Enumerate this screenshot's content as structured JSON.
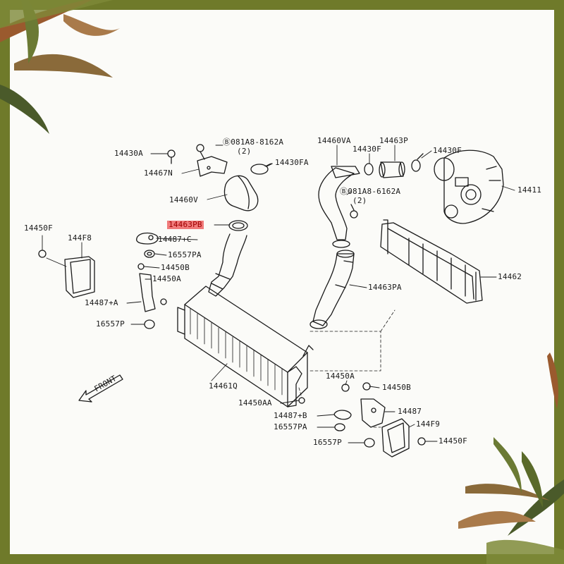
{
  "colors": {
    "border": "#6f7a2a",
    "background": "#fbfbf8",
    "line": "#1a1a1a",
    "highlight": "#f07a7a"
  },
  "labels": {
    "p14430A": "14430A",
    "p081A8_top_l": "Ⓑ081A8-8162A",
    "p081A8_top_l_qty": "(2)",
    "p14467N": "14467N",
    "p14430FA": "14430FA",
    "p14460V": "14460V",
    "p14463PB": "14463PB",
    "p14487C": "14487+C",
    "p16557PA_l": "16557PA",
    "p14450B_l": "14450B",
    "p14450A_l": "14450A",
    "p14487A": "14487+A",
    "p16557P_l": "16557P",
    "p14450F_l": "14450F",
    "p144F8": "144F8",
    "p14460VA": "14460VA",
    "p14463P": "14463P",
    "p14430F_a": "14430F",
    "p14430F_b": "14430F",
    "p14411": "14411",
    "p081A8_r": "Ⓑ081A8-6162A",
    "p081A8_r_qty": "(2)",
    "p14462": "14462",
    "p14463PA": "14463PA",
    "p14461Q": "14461Q",
    "p14450AA": "14450AA",
    "p14450A_r": "14450A",
    "p14450B_r": "14450B",
    "p14487": "14487",
    "p14487B": "14487+B",
    "p16557PA_r": "16557PA",
    "p144F9": "144F9",
    "p16557P_r": "16557P",
    "p14450F_r": "14450F",
    "front": "FRONT"
  },
  "decorations": {
    "top_left": "leaf-sprig",
    "bottom_right": "leaf-sprig"
  }
}
